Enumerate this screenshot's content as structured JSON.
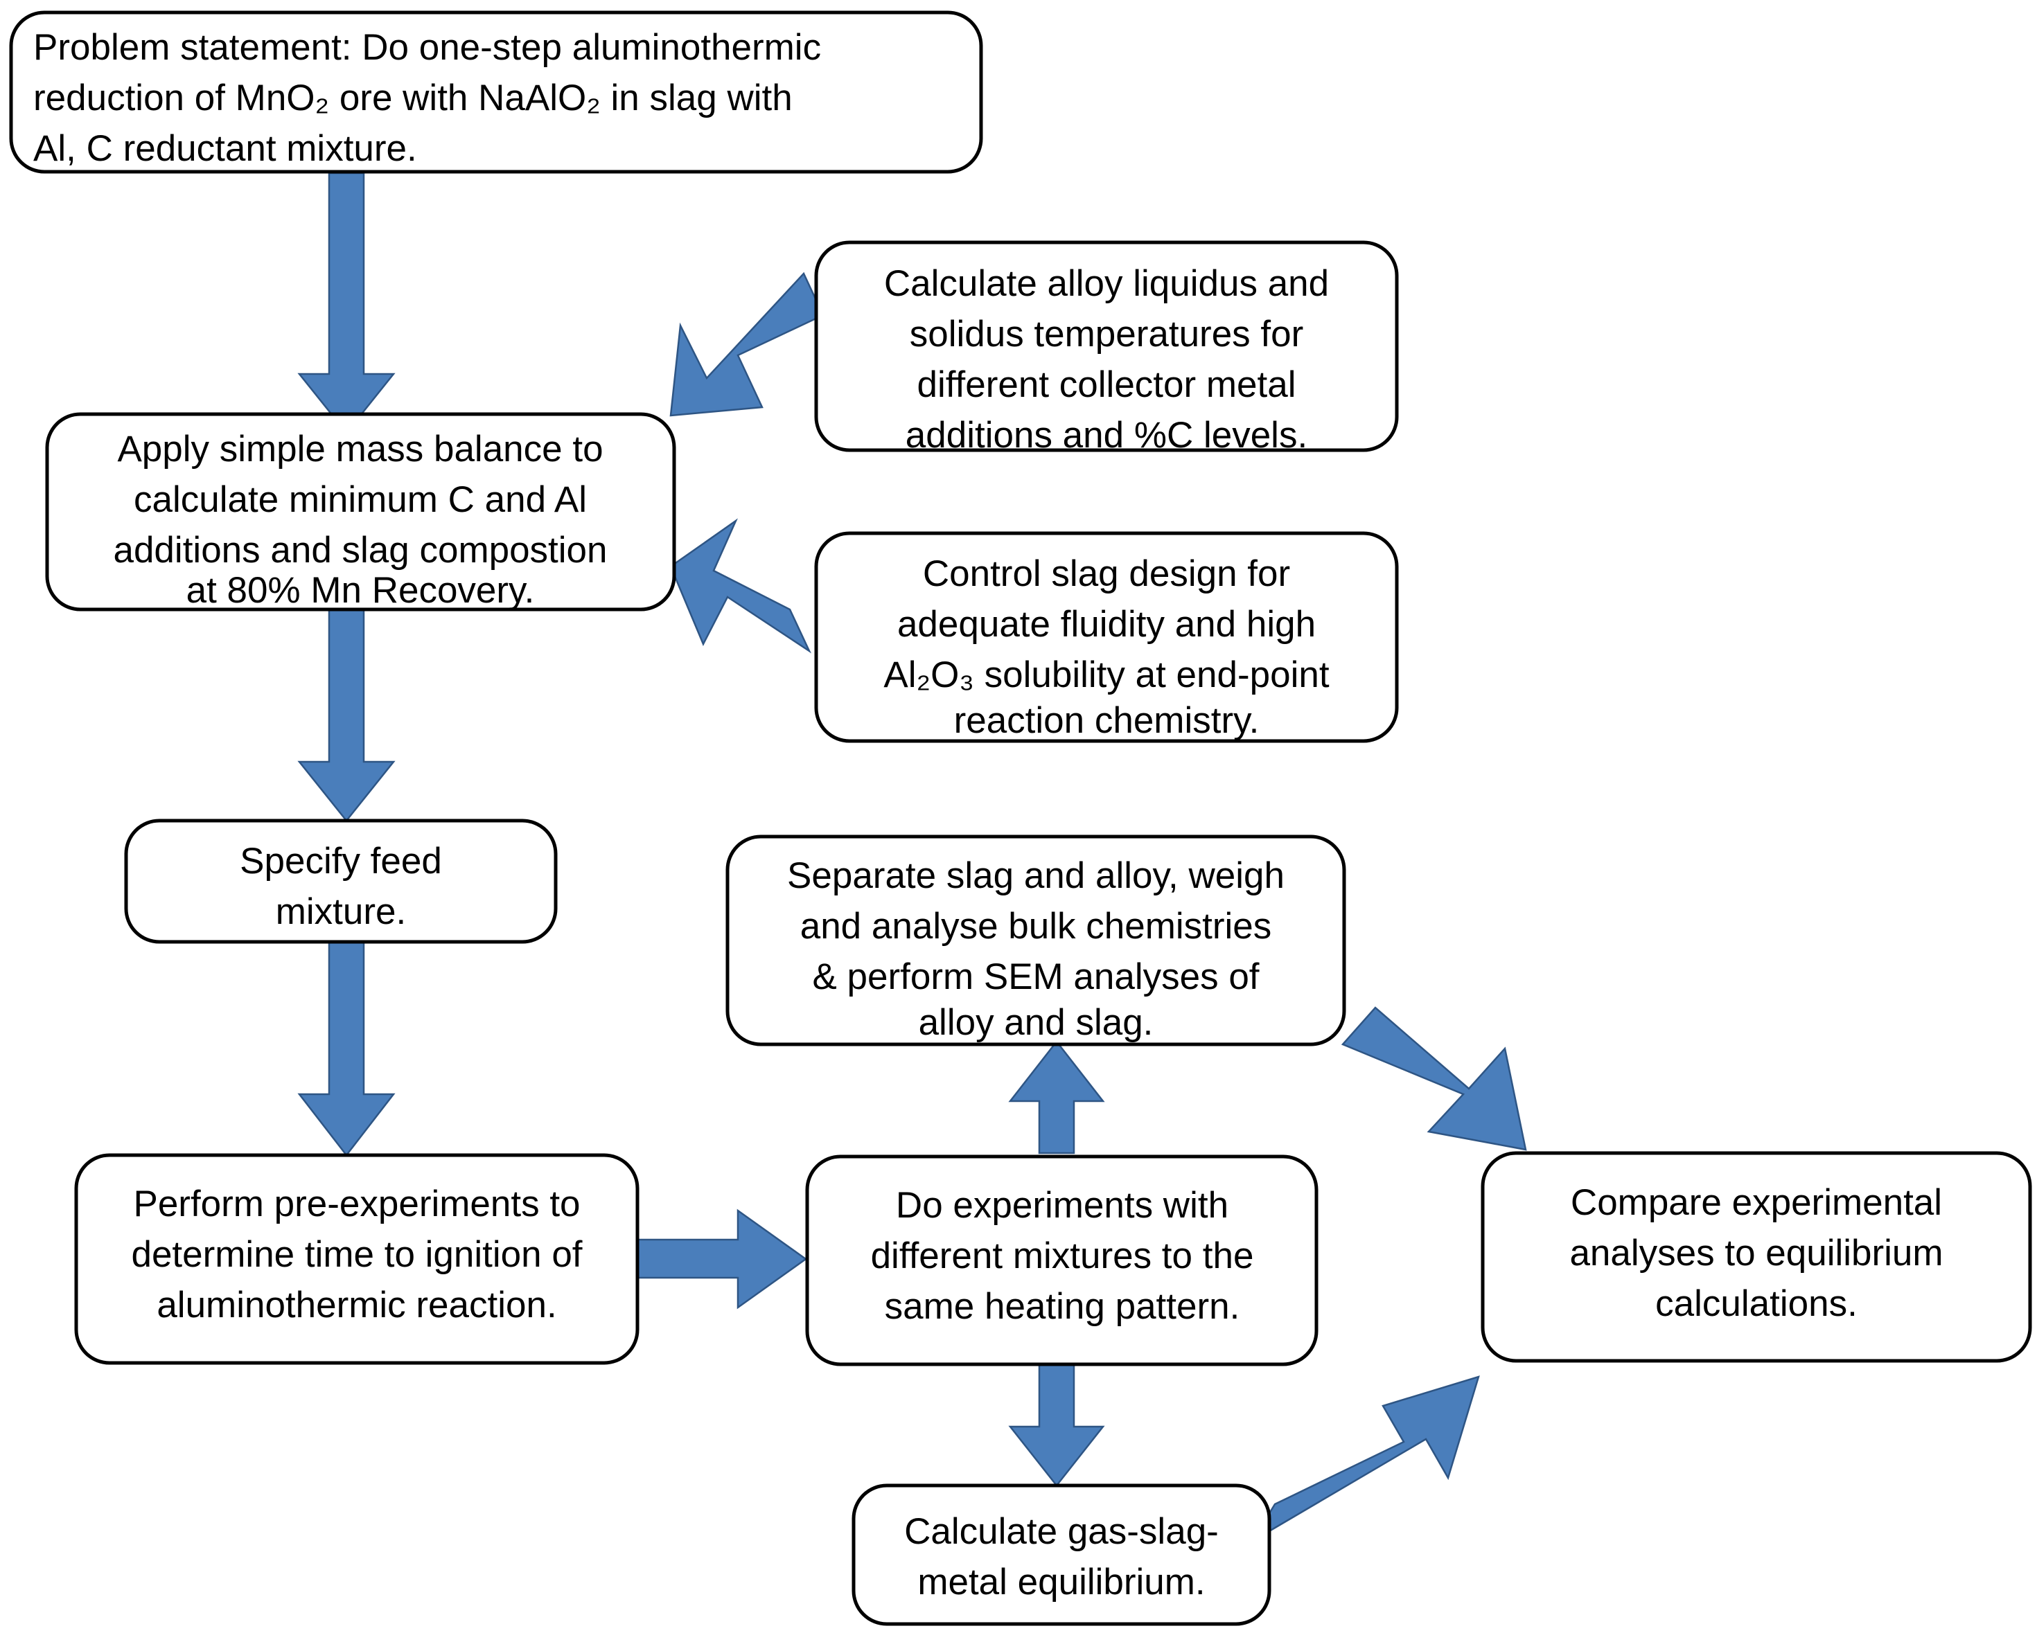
{
  "diagram": {
    "title": "One-step aluminothermic reduction process flowchart",
    "type": "flowchart",
    "background_color": "#FFFFFF",
    "box_fill_color": "#FFFFFF",
    "box_border_color": "#000000",
    "arrow_fill_color": "#4A7EBB",
    "arrow_border_color": "#2E5584",
    "text_color": "#000000"
  },
  "nodes": {
    "problem_statement": {
      "id": "problem-statement",
      "lines": [
        "Problem statement: Do one-step aluminothermic",
        "reduction of MnO₂ ore with NaAlO₂ in slag with",
        "Al, C reductant mixture."
      ],
      "plain_text": "Problem statement: Do one-step aluminothermic reduction of MnO2 ore with NaAlO2 in slag with Al, C reductant mixture.",
      "align": "left"
    },
    "mass_balance": {
      "id": "mass-balance",
      "lines": [
        "Apply simple mass balance to",
        "calculate minimum C and Al",
        "additions and slag compostion",
        "at 80% Mn Recovery."
      ],
      "plain_text": "Apply simple mass balance to calculate minimum C and Al additions and slag compostion at 80% Mn Recovery.",
      "align": "center"
    },
    "liquidus_solidus": {
      "id": "liquidus-solidus",
      "lines": [
        "Calculate alloy liquidus and",
        "solidus temperatures for",
        "different collector metal",
        "additions and %C levels."
      ],
      "plain_text": "Calculate alloy liquidus and solidus temperatures for different collector metal additions and %C levels.",
      "align": "center"
    },
    "slag_design": {
      "id": "slag-design",
      "lines": [
        "Control slag design for",
        "adequate fluidity and high",
        "Al₂O₃ solubility at end-point",
        "reaction chemistry."
      ],
      "plain_text": "Control slag design for adequate fluidity and high Al2O3 solubility at end-point reaction chemistry.",
      "align": "center"
    },
    "specify_feed": {
      "id": "specify-feed",
      "lines": [
        "Specify feed",
        "mixture."
      ],
      "plain_text": "Specify feed mixture.",
      "align": "center"
    },
    "separate_slag": {
      "id": "separate-slag-alloy",
      "lines": [
        "Separate slag and alloy, weigh",
        "and analyse bulk chemistries",
        "& perform SEM analyses of",
        "alloy and slag."
      ],
      "plain_text": "Separate slag and alloy, weigh and analyse bulk chemistries & perform SEM analyses of alloy and slag.",
      "align": "center"
    },
    "pre_experiments": {
      "id": "pre-experiments",
      "lines": [
        "Perform pre-experiments to",
        "determine time to ignition of",
        "aluminothermic reaction."
      ],
      "plain_text": "Perform pre-experiments to determine time to ignition of aluminothermic reaction.",
      "align": "center"
    },
    "do_experiments": {
      "id": "do-experiments",
      "lines": [
        "Do experiments with",
        "different mixtures to the",
        "same heating pattern."
      ],
      "plain_text": "Do experiments with different mixtures to the same heating pattern.",
      "align": "center"
    },
    "compare": {
      "id": "compare-experimental",
      "lines": [
        "Compare experimental",
        "analyses to equilibrium",
        "calculations."
      ],
      "plain_text": "Compare experimental analyses to equilibrium calculations.",
      "align": "center"
    },
    "equilibrium": {
      "id": "calculate-equilibrium",
      "lines": [
        "Calculate gas-slag-",
        "metal equilibrium."
      ],
      "plain_text": "Calculate gas-slag-metal equilibrium.",
      "align": "center"
    }
  },
  "edges": [
    {
      "id": "edge-problem-to-massbalance",
      "from": "problem_statement",
      "to": "mass_balance",
      "direction": "down"
    },
    {
      "id": "edge-liquidus-to-massbalance",
      "from": "liquidus_solidus",
      "to": "mass_balance",
      "direction": "diagonal-down-left"
    },
    {
      "id": "edge-slagdesign-to-massbalance",
      "from": "slag_design",
      "to": "mass_balance",
      "direction": "diagonal-up-left"
    },
    {
      "id": "edge-massbalance-to-specifyfeed",
      "from": "mass_balance",
      "to": "specify_feed",
      "direction": "down"
    },
    {
      "id": "edge-specifyfeed-to-preexperiments",
      "from": "specify_feed",
      "to": "pre_experiments",
      "direction": "down"
    },
    {
      "id": "edge-preexperiments-to-doexperiments",
      "from": "pre_experiments",
      "to": "do_experiments",
      "direction": "right"
    },
    {
      "id": "edge-doexperiments-to-separateslag",
      "from": "do_experiments",
      "to": "separate_slag",
      "direction": "up"
    },
    {
      "id": "edge-doexperiments-to-equilibrium",
      "from": "do_experiments",
      "to": "equilibrium",
      "direction": "down"
    },
    {
      "id": "edge-separateslag-to-compare",
      "from": "separate_slag",
      "to": "compare",
      "direction": "diagonal-down-right"
    },
    {
      "id": "edge-equilibrium-to-compare",
      "from": "equilibrium",
      "to": "compare",
      "direction": "diagonal-up-right"
    }
  ]
}
